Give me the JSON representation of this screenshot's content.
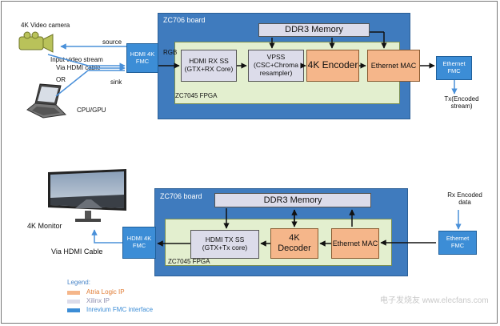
{
  "top": {
    "camera_label": "4K Video camera",
    "source_label": "source",
    "input_stream_label": "Input video stream",
    "via_hdmi_cable": "Via HDMI cable",
    "or_label": "OR",
    "sink_label": "sink",
    "cpu_gpu_label": "CPU/GPU",
    "board_label": "ZC706 board",
    "fpga_label": "ZC7045 FPGA",
    "hdmi_fmc": "HDMI 4K FMC",
    "rgb_label": "RGB",
    "hdmi_rx": "HDMI RX SS (GTX+RX Core)",
    "vpss": "VPSS (CSC+Chroma resampler)",
    "ddr3": "DDR3 Memory",
    "encoder": "4K Encoder",
    "ethernet_mac": "Ethernet MAC",
    "ethernet_fmc": "Ethernet FMC",
    "tx_label": "Tx(Encoded stream)"
  },
  "bottom": {
    "monitor_label": "4K Monitor",
    "via_hdmi_cable": "Via HDMI Cable",
    "board_label": "ZC706 board",
    "fpga_label": "ZC7045 FPGA",
    "ddr3": "DDR3 Memory",
    "hdmi_fmc": "HDMI 4K FMC",
    "hdmi_tx": "HDMI TX SS (GTX+Tx core)",
    "decoder": "4K Decoder",
    "ethernet_mac": "Ethernet MAC",
    "ethernet_fmc": "Ethernet FMC",
    "rx_label": "Rx Encoded data"
  },
  "legend": {
    "title": "Legend:",
    "items": [
      {
        "label": "Atria Logic IP",
        "color": "#f5b68a"
      },
      {
        "label": "Xilinx IP",
        "color": "#dcdcea"
      },
      {
        "label": "Inrevium FMC interface",
        "color": "#3c8dd6"
      }
    ]
  },
  "watermark": "电子发烧友 www.elecfans.com",
  "colors": {
    "board": "#3f7bbe",
    "fpga": "#e3efcf",
    "atria": "#f5b68a",
    "xilinx": "#dcdcea",
    "fmc": "#3c8dd6"
  }
}
